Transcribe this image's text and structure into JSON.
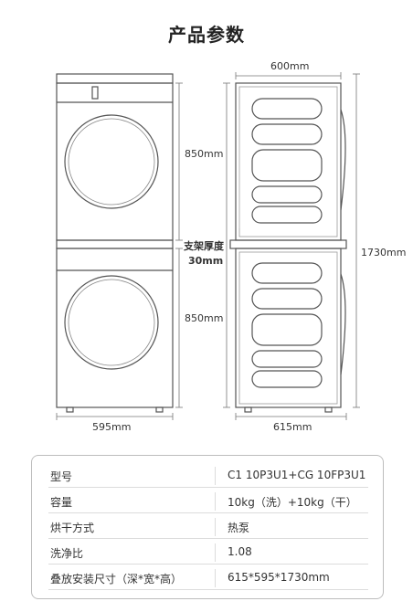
{
  "header": {
    "title": "产品参数"
  },
  "dimensions": {
    "front_width": "595mm",
    "upper_height": "850mm",
    "bracket_label": "支架厚度",
    "bracket_value": "30mm",
    "lower_height": "850mm",
    "side_top_width": "600mm",
    "side_depth": "615mm",
    "total_height": "1730mm"
  },
  "specs": [
    {
      "key": "型号",
      "value": "C1 10P3U1+CG 10FP3U1"
    },
    {
      "key": "容量",
      "value": "10kg（洗）+10kg（干）"
    },
    {
      "key": "烘干方式",
      "value": "热泵"
    },
    {
      "key": "洗净比",
      "value": "1.08"
    },
    {
      "key": "叠放安装尺寸（深*宽*高）",
      "value": "615*595*1730mm"
    }
  ],
  "colors": {
    "line": "#555555",
    "border": "#bdbdbd"
  }
}
